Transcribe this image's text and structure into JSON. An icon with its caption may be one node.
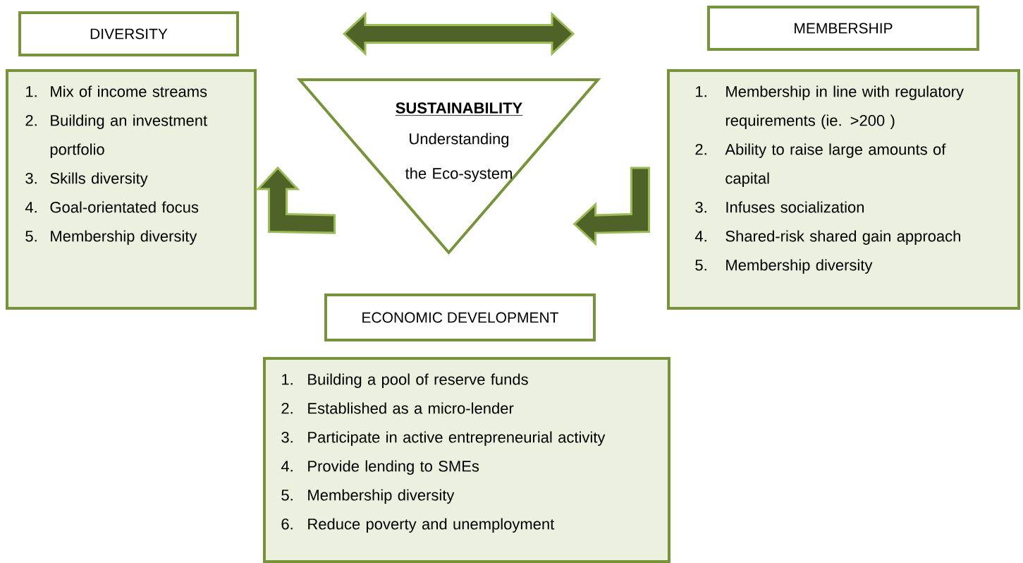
{
  "diagram": {
    "nodes": [
      {
        "text": [
          "DIVERSITY"
        ]
      },
      {
        "text": [
          "1.",
          "Mix of income streams",
          "2.",
          "Building an investment portfolio",
          "3.",
          "Skills diversity",
          "4.",
          "Goal-orientated focus",
          "5.",
          "Membership diversity"
        ]
      },
      {
        "text": [
          "MEMBERSHIP"
        ]
      },
      {
        "text": [
          "1.",
          "Membership in line with regulatory requirements (ie. >200 )",
          "2.",
          "Ability to raise large amounts of capital",
          "3.",
          "Infuses socialization",
          "4.",
          "Shared-risk shared gain approach",
          "5.",
          "Membership diversity"
        ]
      },
      {
        "text": [
          "SUSTAINABILITY",
          "Understanding the Eco-system"
        ]
      },
      {
        "text": [
          "ECONOMIC DEVELOPMENT"
        ]
      },
      {
        "text": [
          "1.",
          "Building a pool of reserve funds",
          "2.",
          "Established as a micro-lender",
          "3.",
          "Participate in active entrepreneurial activity",
          "4.",
          "Provide lending to SMEs",
          "5.",
          "Membership diversity",
          "6.",
          "Reduce poverty and unemployment"
        ]
      }
    ],
    "edges": [
      {
        "from": 0,
        "to": 2,
        "arrow": "both"
      },
      {
        "from": 4,
        "to": 1,
        "arrow": "to"
      },
      {
        "from": 3,
        "to": 4,
        "arrow": "to"
      }
    ]
  }
}
